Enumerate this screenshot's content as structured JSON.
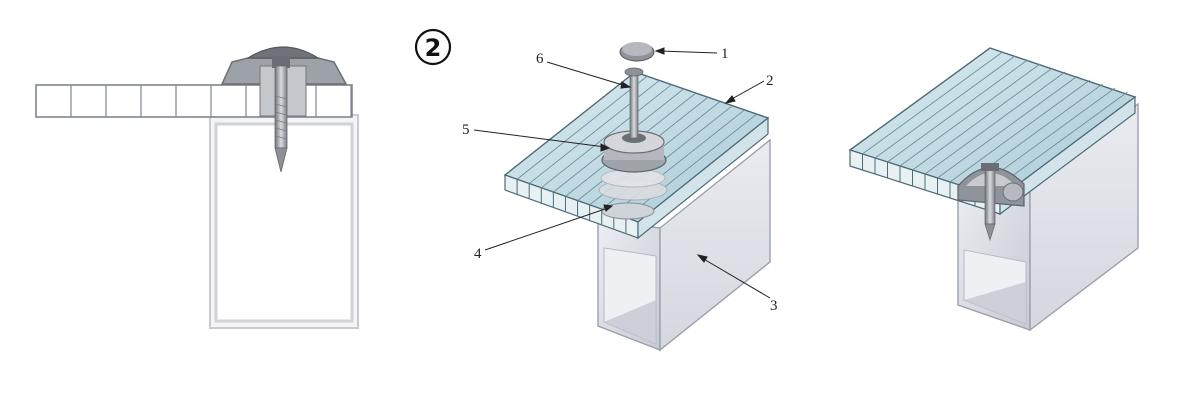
{
  "step_number": "2",
  "callouts": [
    "1",
    "2",
    "3",
    "4",
    "5",
    "6"
  ],
  "colors": {
    "sheet_fill": "#cfe3ea",
    "sheet_edge": "#4e6a78",
    "profile_fill": "#dadde6",
    "profile_edge": "#8b8f9c",
    "washer": "#9a9ea6",
    "bolt": "#b7bac0"
  }
}
